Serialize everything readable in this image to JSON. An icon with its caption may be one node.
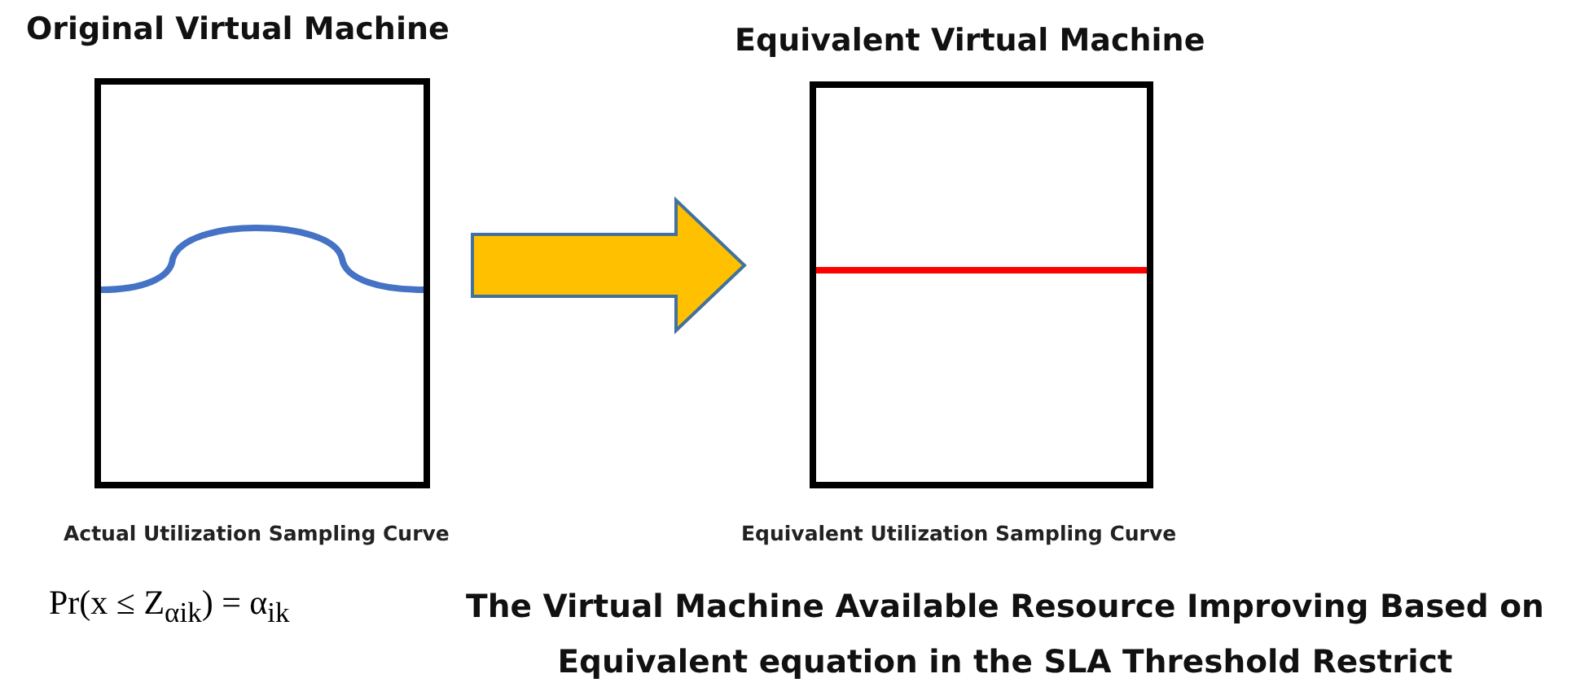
{
  "diagram": {
    "nodes": [
      {
        "text": [
          "Original Virtual Machine"
        ],
        "beside": [
          "Actual Utilization Sampling Curve"
        ]
      },
      {
        "text": [
          "Equivalent Virtual Machine"
        ],
        "beside": [
          "Equivalent Utilization Sampling Curve"
        ]
      }
    ],
    "edges": [
      {
        "from": 0,
        "to": 1,
        "arrow": "to",
        "style": "thick",
        "color": "#ffc000"
      }
    ],
    "labels": [
      "Pr(x ≤ Z$_{α}$$_{ik}$) = α$_{ik}$",
      "The Virtual Machine Available Resource Improving Based on Equivalent equation in the SLA Threshold Restrict"
    ]
  }
}
